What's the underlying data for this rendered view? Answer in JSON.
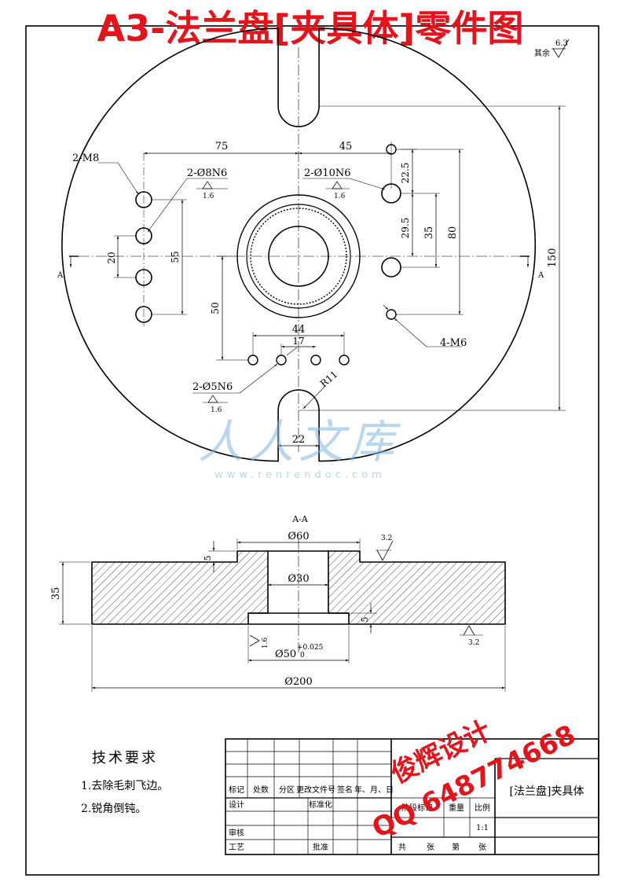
{
  "header": {
    "title": "A3-法兰盘[夹具体]零件图",
    "title_color": "#e3141b"
  },
  "roughness": {
    "rest_label": "其余",
    "rest_value": "6.3",
    "v16": "1.6",
    "v32": "3.2"
  },
  "plan": {
    "dims": {
      "d75": "75",
      "d45": "45",
      "d22_5": "22.5",
      "d29_5": "29.5",
      "d35": "35",
      "d80": "80",
      "d150": "150",
      "d20": "20",
      "d55": "55",
      "d50": "50",
      "d44": "44",
      "d17": "17",
      "d22": "22",
      "r11": "R11"
    },
    "callouts": {
      "m8": "2-M8",
      "d8n6": "2-Ø8N6",
      "d10n6": "2-Ø10N6",
      "m6": "4-M6",
      "d5n6": "2-Ø5N6"
    },
    "section_mark": "A"
  },
  "section": {
    "title": "A-A",
    "dims": {
      "d60": "Ø60",
      "d30": "Ø30",
      "d50": "Ø50",
      "d50_tol_upper": "+0.025",
      "d50_tol_lower": "0",
      "d200": "Ø200",
      "h35": "35",
      "h5": "5",
      "h5b": "5"
    }
  },
  "tech": {
    "title": "技术要求",
    "items": [
      "1.去除毛刺飞边。",
      "2.锐角倒钝。"
    ]
  },
  "title_block": {
    "row_labels": [
      "标记",
      "处数",
      "分区",
      "更改文件号",
      "签名",
      "年、月、日"
    ],
    "design": "设计",
    "standardize": "标准化",
    "review": "审核",
    "process": "工艺",
    "approve": "批准",
    "stage_mark": "阶段标记",
    "weight": "重量",
    "scale_label": "比例",
    "scale": "1:1",
    "total": "共",
    "sheets": "张",
    "sheet_no": "第",
    "sheets2": "张",
    "part_name": "[法兰盘]夹具体"
  },
  "watermark": {
    "logo": "人人文库",
    "url": "www.renrendoc.com",
    "color": "#7fb6dd"
  },
  "stamp": {
    "line1": "俊辉设计",
    "line2": "QQ 648774668",
    "color": "#e3141b"
  }
}
